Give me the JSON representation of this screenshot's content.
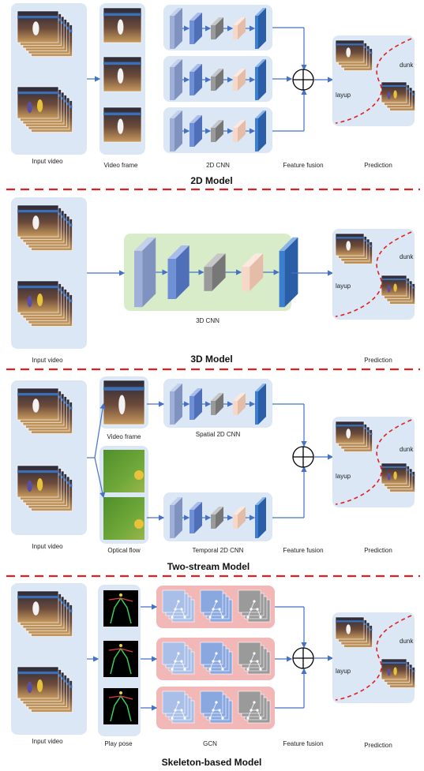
{
  "sections": [
    {
      "title": "2D Model",
      "captions": {
        "input": "Input video",
        "stage2": "Video frame",
        "network": "2D CNN",
        "fusion": "Feature fusion",
        "prediction": "Prediction"
      }
    },
    {
      "title": "3D Model",
      "captions": {
        "input": "Input video",
        "network": "3D CNN",
        "prediction": "Prediction"
      }
    },
    {
      "title": "Two-stream Model",
      "captions": {
        "input": "Input video",
        "stage2_top": "Video frame",
        "stage2_bottom": "Optical flow",
        "network_top": "Spatial 2D CNN",
        "network_bottom": "Temporal 2D CNN",
        "fusion": "Feature fusion",
        "prediction": "Prediction"
      }
    },
    {
      "title": "Skeleton-based Model",
      "captions": {
        "input": "Input video",
        "stage2": "Play pose",
        "network": "GCN",
        "fusion": "Feature fusion",
        "prediction": "Prediction"
      }
    }
  ],
  "prediction_labels": {
    "dunk": "dunk",
    "layup": "layup"
  },
  "colors": {
    "panel": "#dbe7f5",
    "green_panel": "#d9ecc9",
    "pink_panel": "#f2b8b8",
    "arrow": "#4472c4",
    "divider": "#e02020",
    "boundary": "#e02020"
  }
}
